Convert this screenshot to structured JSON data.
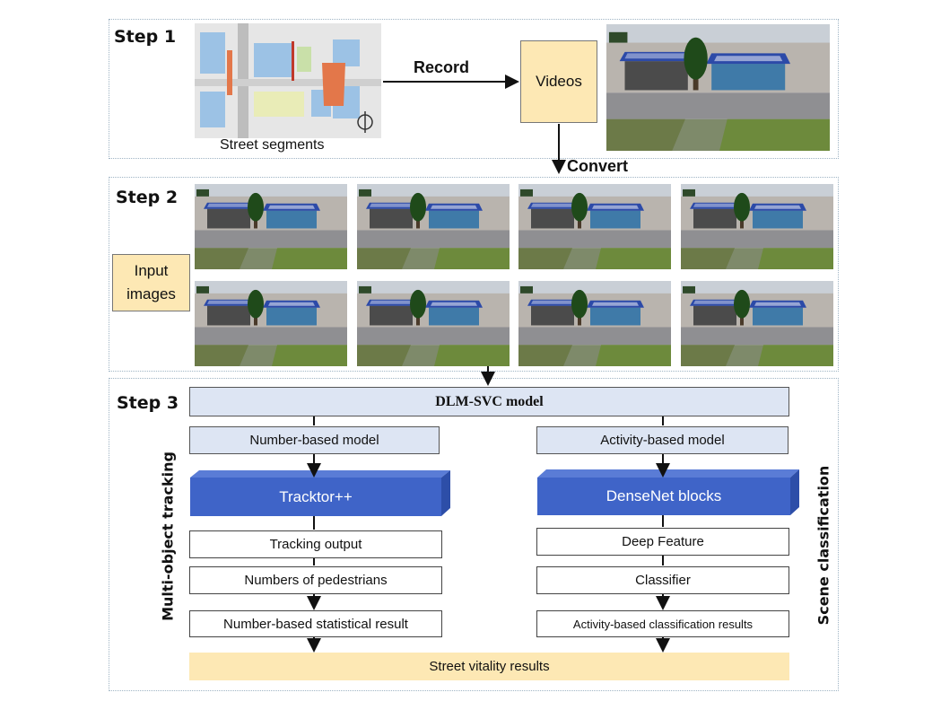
{
  "step1": {
    "title": "Step 1",
    "map_caption": "Street segments",
    "record_label": "Record",
    "videos_label": "Videos",
    "convert_label": "Convert"
  },
  "step2": {
    "title": "Step 2",
    "input_label": "Input images",
    "frame_count": 8
  },
  "step3": {
    "title": "Step 3",
    "model_label": "DLM-SVC model",
    "left_branch": {
      "side_label": "Multi-object tracking",
      "model": "Number-based model",
      "network": "Tracktor++",
      "steps": [
        "Tracking output",
        "Numbers of pedestrians",
        "Number-based statistical result"
      ]
    },
    "right_branch": {
      "side_label": "Scene classification",
      "model": "Activity-based model",
      "network": "DenseNet blocks",
      "steps": [
        "Deep Feature",
        "Classifier",
        "Activity-based classification results"
      ]
    },
    "result_label": "Street vitality results"
  },
  "colors": {
    "cream": "#fde8b4",
    "pale_blue": "#dde5f3",
    "block_blue": "#3f64c8",
    "panel_border": "#9fb4c4"
  }
}
